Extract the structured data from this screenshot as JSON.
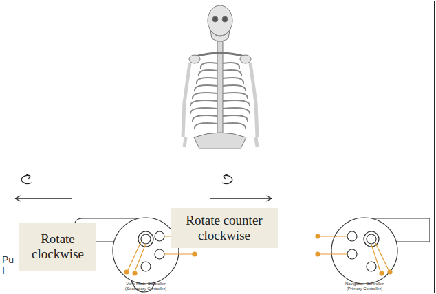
{
  "diagram": {
    "nodes": [
      {
        "text": [
          "Rotate clockwise"
        ]
      },
      {
        "text": [
          "Rotate counter clockwise"
        ]
      }
    ],
    "labels": [
      "Pu",
      "I",
      "View Mode Controller (Secondary Controller)",
      "Navigation Controller (Primary Controller)"
    ]
  }
}
